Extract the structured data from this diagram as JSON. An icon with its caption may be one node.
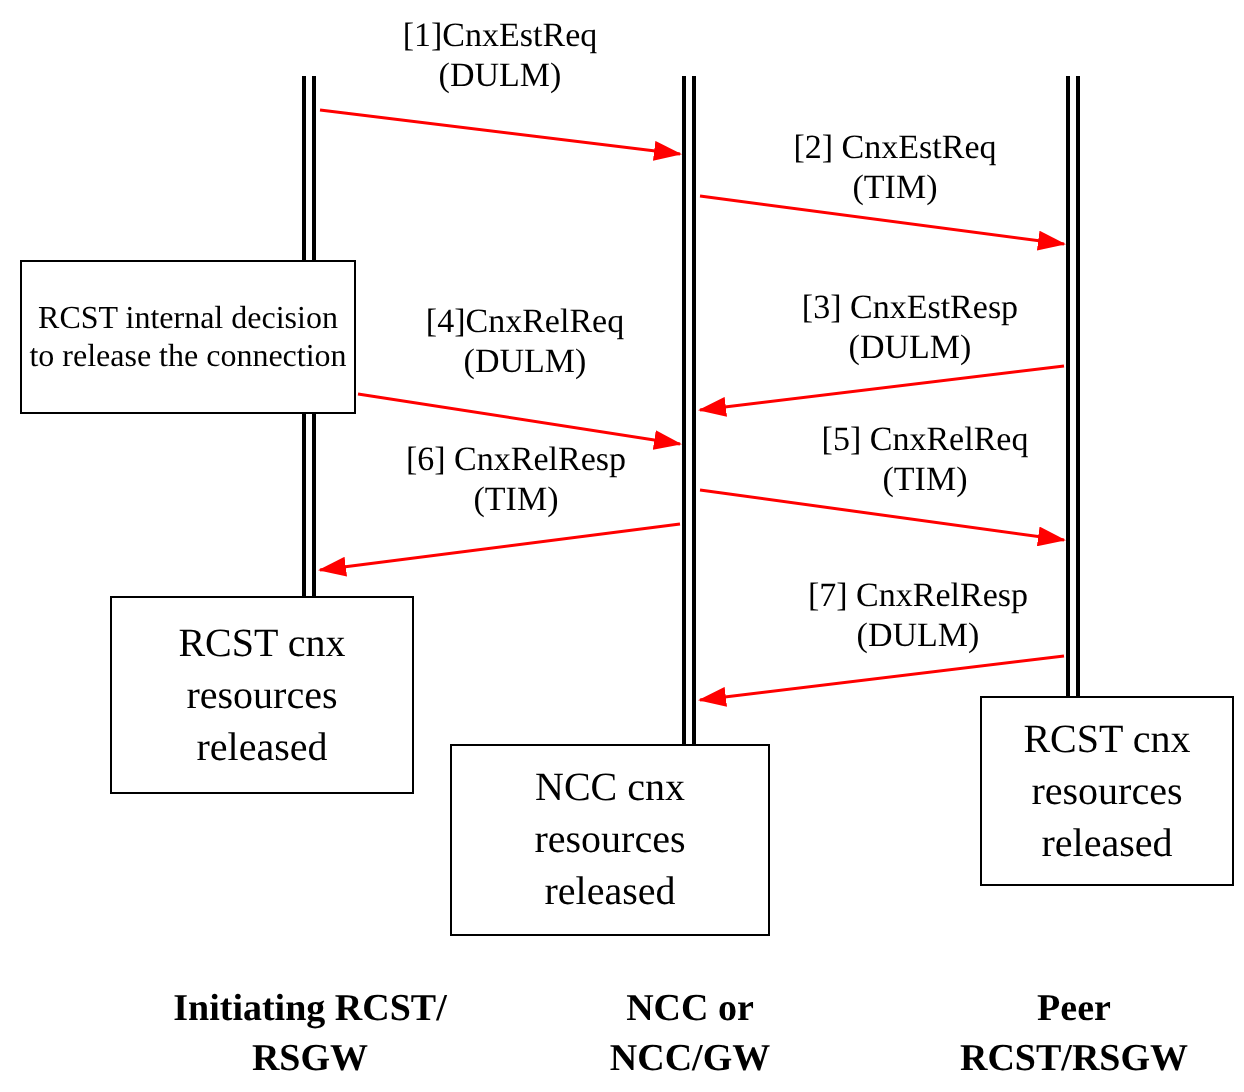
{
  "diagram": {
    "nodes": [
      {
        "text": [
          "Initiating RCST/ RSGW"
        ]
      },
      {
        "text": [
          "NCC or NCC/GW"
        ]
      },
      {
        "text": [
          "Peer RCST/RSGW"
        ]
      },
      {
        "text": [
          "RCST internal decision to release the connection"
        ]
      },
      {
        "text": [
          "RCST cnx resources released"
        ]
      },
      {
        "text": [
          "NCC cnx resources released"
        ]
      },
      {
        "text": [
          "RCST cnx resources released"
        ]
      }
    ],
    "edges": [
      {
        "from": 0,
        "to": 1,
        "arrow": "to",
        "label": "[1]CnxEstReq (DULM)"
      },
      {
        "from": 1,
        "to": 2,
        "arrow": "to",
        "label": "[2] CnxEstReq (TIM)"
      },
      {
        "from": 2,
        "to": 1,
        "arrow": "to",
        "label": "[3] CnxEstResp (DULM)"
      },
      {
        "from": 0,
        "to": 1,
        "arrow": "to",
        "label": "[4]CnxRelReq (DULM)"
      },
      {
        "from": 1,
        "to": 2,
        "arrow": "to",
        "label": "[5] CnxRelReq (TIM)"
      },
      {
        "from": 1,
        "to": 0,
        "arrow": "to",
        "label": "[6] CnxRelResp (TIM)"
      },
      {
        "from": 2,
        "to": 1,
        "arrow": "to",
        "label": "[7] CnxRelResp (DULM)"
      }
    ]
  }
}
